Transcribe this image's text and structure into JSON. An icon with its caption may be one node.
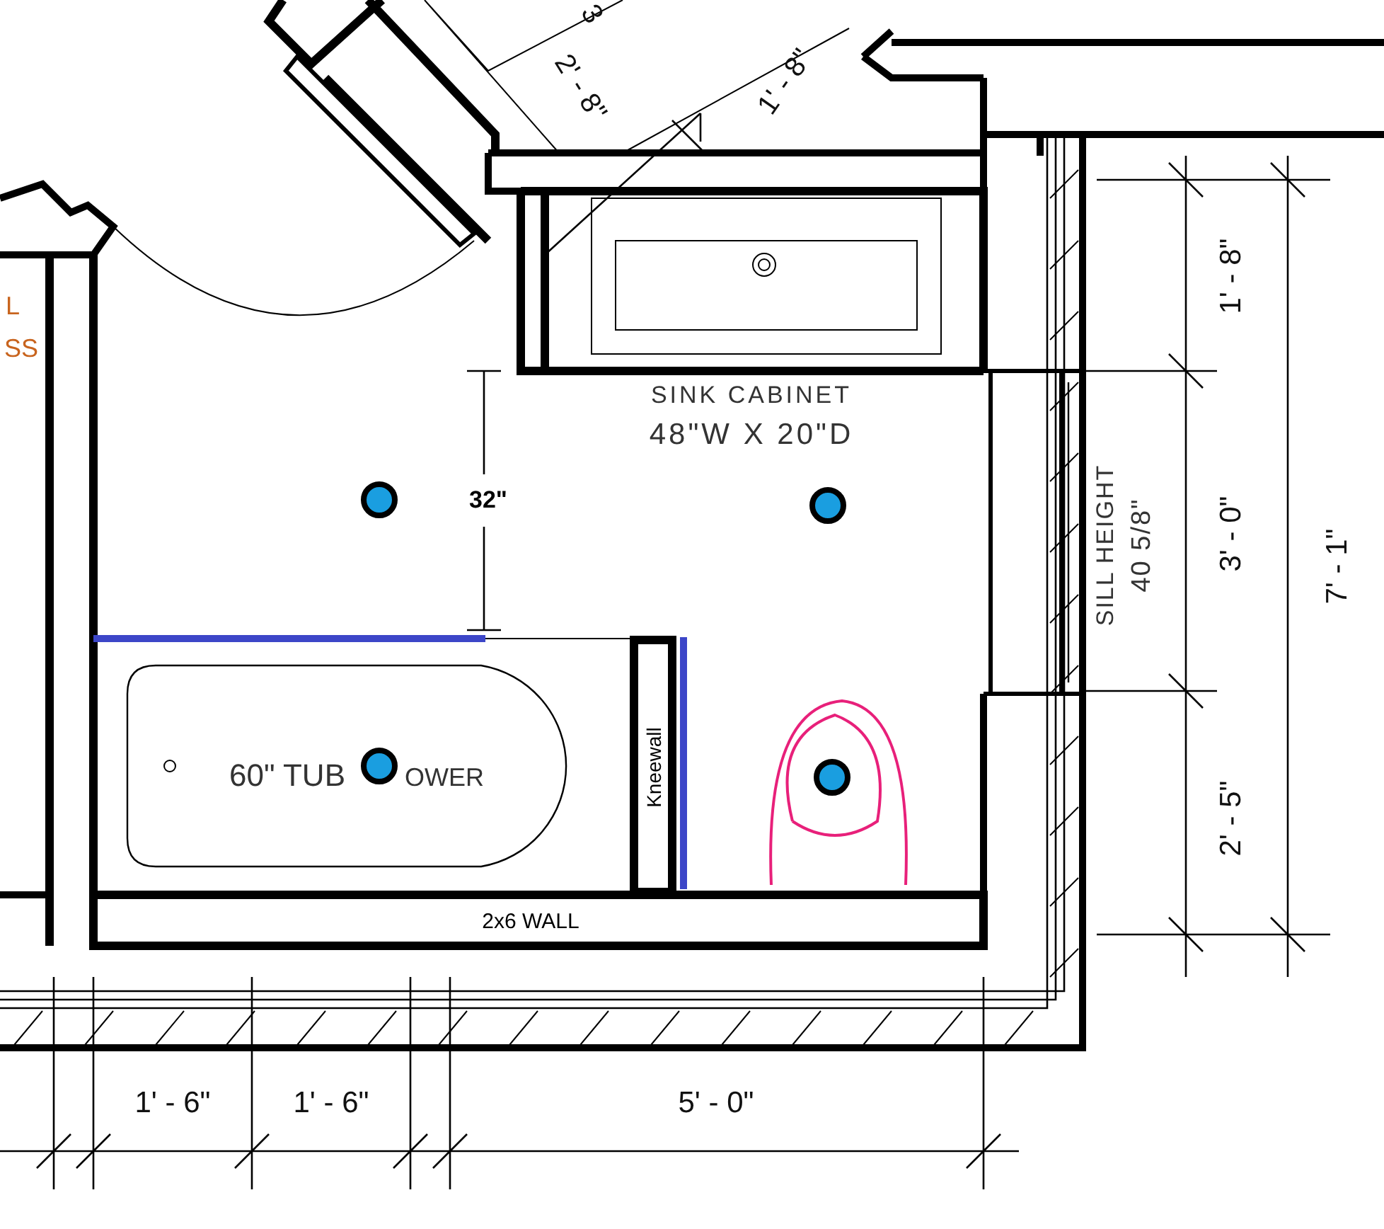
{
  "diagram": {
    "labels": [
      "3",
      "2' - 8\"",
      "1' - 8\"",
      "L",
      "SS",
      "1' - 8\"",
      "SINK CABINET",
      "48\"W X 20\"D",
      "32\"",
      "SILL HEIGHT",
      "40 5/8\"",
      "3' - 0\"",
      "7' - 1\"",
      "60\" TUB",
      "OWER",
      "Kneewall",
      "2' - 5\"",
      "2x6 WALL",
      "1' - 6\"",
      "1' - 6\"",
      "5' - 0\""
    ]
  }
}
